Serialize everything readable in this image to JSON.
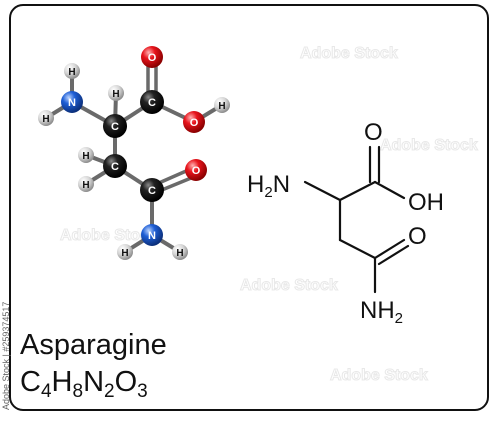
{
  "compound": {
    "name": "Asparagine",
    "formula": [
      {
        "el": "C",
        "n": "4"
      },
      {
        "el": "H",
        "n": "8"
      },
      {
        "el": "N",
        "n": "2"
      },
      {
        "el": "O",
        "n": "3"
      }
    ]
  },
  "ball_model": {
    "atom_labels": {
      "carbon": "C",
      "oxygen": "O",
      "nitrogen": "N",
      "hydrogen": "H"
    },
    "colors": {
      "carbon": "#111111",
      "oxygen": "#e8141c",
      "nitrogen": "#1f5fd6",
      "hydrogen": "#d4d4d4"
    }
  },
  "skeletal": {
    "amine_left": {
      "main": "H",
      "sub": "2",
      "tail": "N"
    },
    "carbonyl_top": "O",
    "hydroxyl": "OH",
    "carbonyl_amide": "O",
    "amide_nh2": {
      "main": "NH",
      "sub": "2"
    }
  },
  "watermark": "Adobe Stock",
  "credit": "Adobe Stock | #259374517"
}
